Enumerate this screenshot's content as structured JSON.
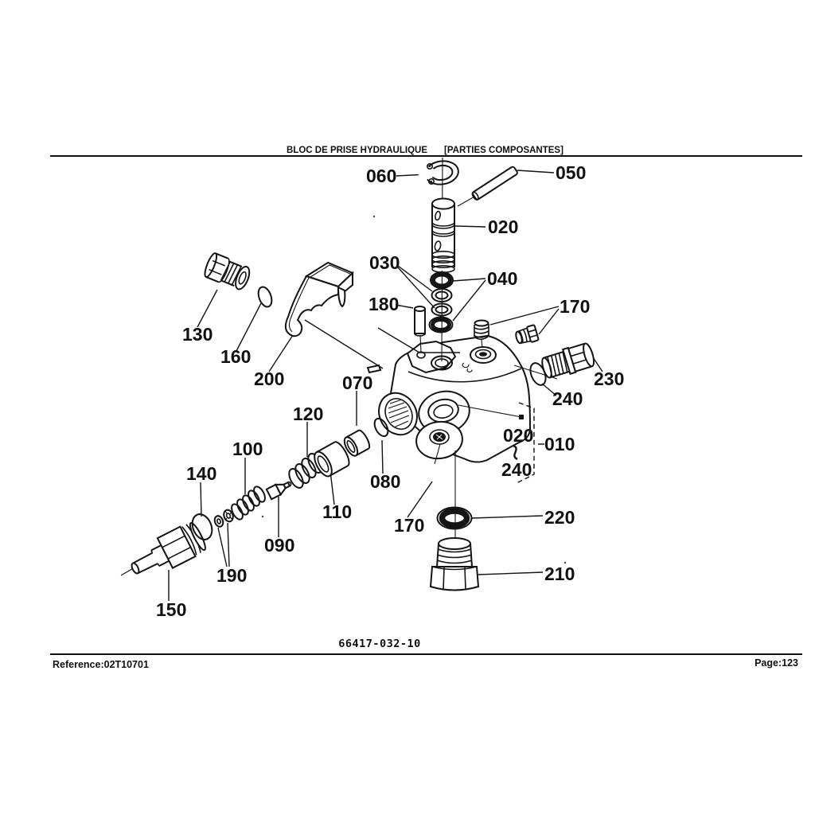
{
  "page": {
    "background": "#ffffff",
    "ink": "#101010"
  },
  "header": {
    "title": "BLOC DE PRISE HYDRAULIQUE",
    "subtitle": "[PARTIES COMPOSANTES]"
  },
  "figure": {
    "drawing_number": "66417-032-10"
  },
  "footer": {
    "reference": "Reference:02T10701",
    "page": "Page:123"
  },
  "diagram": {
    "labels": {
      "l060": "060",
      "l050": "050",
      "l020": "020",
      "l030": "030",
      "l040": "040",
      "l180": "180",
      "l170_top": "170",
      "l130": "130",
      "l160": "160",
      "l200": "200",
      "l070": "070",
      "l120": "120",
      "l230": "230",
      "l240": "240",
      "l100": "100",
      "l010": "010",
      "l140": "140",
      "l080": "080",
      "l110": "110",
      "l090": "090",
      "l170_bottom": "170",
      "l220": "220",
      "l190": "190",
      "l210": "210",
      "l150": "150"
    },
    "range_note": {
      "from": "020",
      "to": "240"
    }
  }
}
